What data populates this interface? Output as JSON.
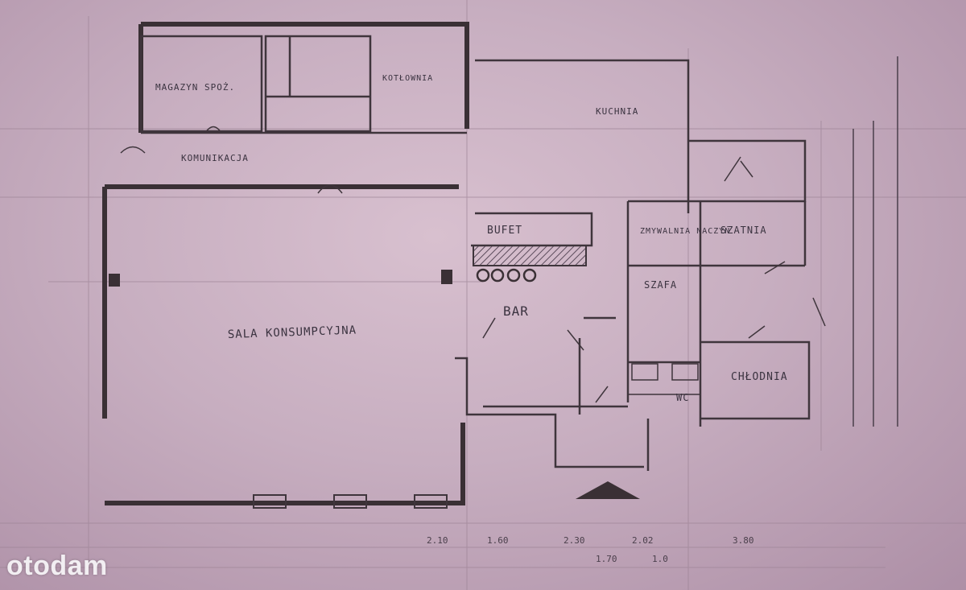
{
  "rooms": {
    "magazyn": "MAGAZYN SPOŻ.",
    "kotlownia": "KOTŁOWNIA",
    "komunikacja": "KOMUNIKACJA",
    "kuchnia": "KUCHNIA",
    "bufet": "BUFET",
    "bar": "BAR",
    "sala": "SALA KONSUMPCYJNA",
    "zmywalnia": "ZMYWALNIA NACZYŃ",
    "szatnia": "SZATNIA",
    "szafa": "SZAFA",
    "chlodnia": "CHŁODNIA",
    "wc": "WC"
  },
  "dimensions": {
    "bottom_row_1": [
      "2.10",
      "1.60",
      "2.30",
      "2.02",
      "3.80"
    ],
    "bottom_row_2": [
      "1.70",
      "1.0"
    ]
  },
  "watermark": "otodam",
  "colors": {
    "paper": "#c7aec0",
    "ink": "#3b3340",
    "watermark": "#f2eef2"
  }
}
